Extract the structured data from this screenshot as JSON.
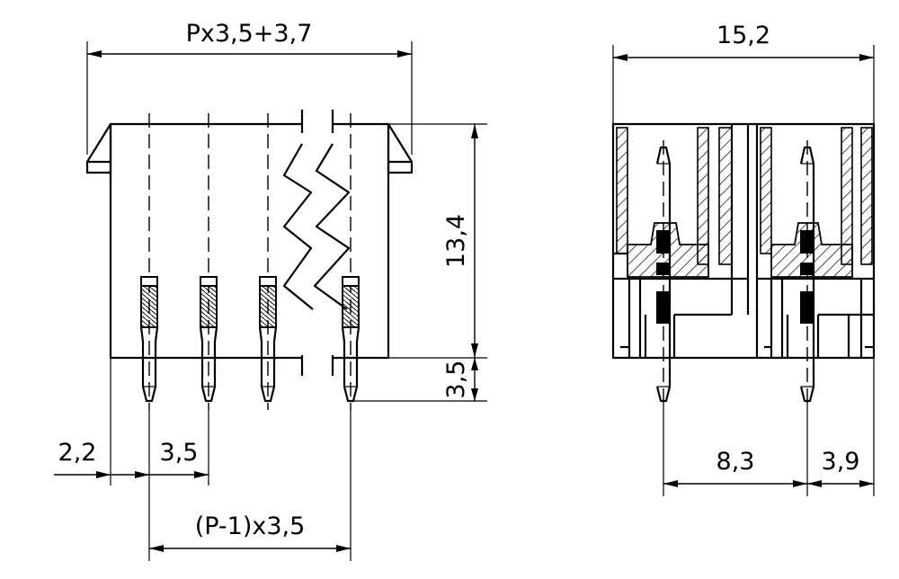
{
  "front_view": {
    "dimensions": {
      "total_width": "Px3,5+3,7",
      "height": "13,4",
      "pin_length": "3,5",
      "edge_offset": "2,2",
      "pitch": "3,5",
      "span": "(P-1)x3,5"
    }
  },
  "side_view": {
    "dimensions": {
      "width": "15,2",
      "pin_spacing": "8,3",
      "edge_offset": "3,9"
    }
  }
}
